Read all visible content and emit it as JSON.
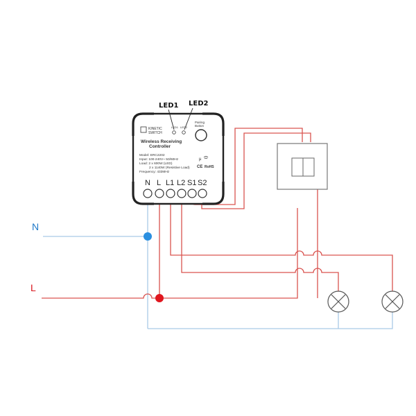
{
  "leds": {
    "led1": "LED1",
    "led2": "LED2"
  },
  "device": {
    "brand_line1": "KINETIC",
    "brand_line2": "SWITCH",
    "led1_small": "LED1",
    "led2_small": "LED2",
    "pairing_line1": "Pairing",
    "pairing_line2": "Button",
    "title_line1": "Wireless Receiving",
    "title_line2": "Controller",
    "model": "Model: ERC2202",
    "input": "Input: 100-240V~ 50/60Hz",
    "load1": "Load: 2 x 600W (LED)",
    "load2": "2 x 1140W (Resistive Load)",
    "frequency": "Frequency: 433MHz",
    "mark_mu": "μ",
    "mark_ce": "CE",
    "mark_rohs": "RoHS",
    "terminals": [
      "N",
      "L",
      "L1",
      "L2",
      "S1",
      "S2"
    ]
  },
  "lines": {
    "neutral": "N",
    "live": "L"
  },
  "colors": {
    "neutral": "#a9c9e6",
    "live": "#d9534f",
    "neutral_dot": "#2a8fe0",
    "live_dot": "#e0161e",
    "live_text": "#d9141c",
    "neutral_text": "#1e78c8",
    "device": "#222222"
  }
}
